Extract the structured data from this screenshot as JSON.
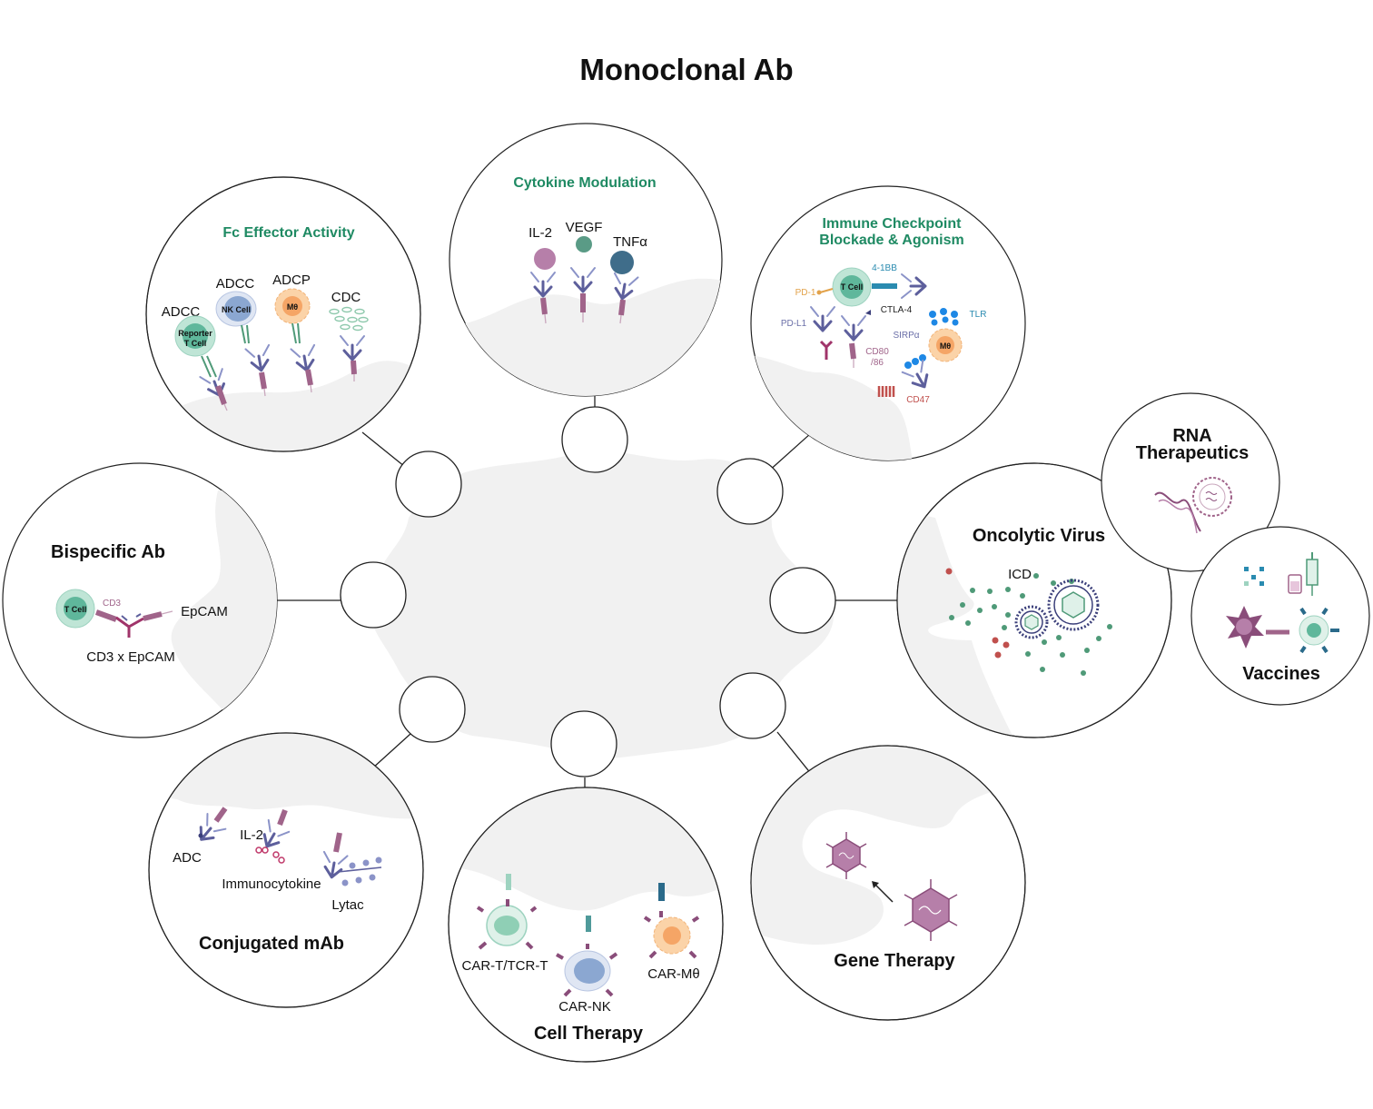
{
  "title": "Monoclonal Ab",
  "center_blob_color": "#f1f1f1",
  "accent_color": "#1f8a63",
  "panels": {
    "fc_effector": {
      "title": "Fc Effector Activity",
      "labels": [
        "ADCC",
        "ADCC",
        "ADCP",
        "CDC"
      ],
      "cells": [
        "Reporter T Cell",
        "NK Cell",
        "Mθ"
      ]
    },
    "cytokine": {
      "title": "Cytokine Modulation",
      "labels": [
        "IL-2",
        "VEGF",
        "TNFα"
      ]
    },
    "checkpoint": {
      "title_line1": "Immune Checkpoint",
      "title_line2": "Blockade & Agonism",
      "labels": [
        "4-1BB",
        "PD-1",
        "T Cell",
        "CTLA-4",
        "PD-L1",
        "TLR",
        "SIRPα",
        "Mθ",
        "CD80",
        "/86",
        "CD47"
      ]
    },
    "bispecific": {
      "title": "Bispecific Ab",
      "labels": [
        "T Cell",
        "CD3",
        "EpCAM",
        "CD3 x EpCAM"
      ]
    },
    "oncolytic": {
      "title": "Oncolytic Virus",
      "labels": [
        "ICD"
      ]
    },
    "rna": {
      "title_line1": "RNA",
      "title_line2": "Therapeutics"
    },
    "vaccines": {
      "title": "Vaccines"
    },
    "conjugated": {
      "title": "Conjugated mAb",
      "labels": [
        "ADC",
        "IL-2",
        "Immunocytokine",
        "Lytac"
      ]
    },
    "cell_therapy": {
      "title": "Cell Therapy",
      "labels": [
        "CAR-T/TCR-T",
        "CAR-NK",
        "CAR-Mθ"
      ]
    },
    "gene_therapy": {
      "title": "Gene Therapy"
    }
  },
  "icons": [
    "antibody-icon",
    "cell-icon",
    "virus-icon",
    "rna-strand-icon",
    "syringe-icon",
    "vial-icon",
    "dendritic-cell-icon"
  ]
}
